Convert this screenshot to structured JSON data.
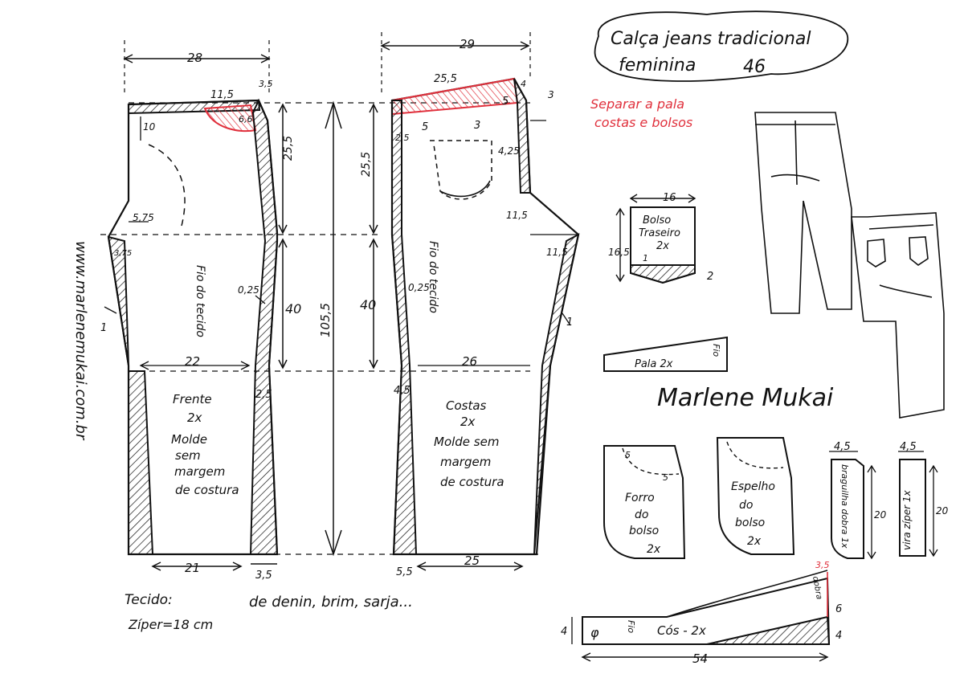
{
  "title": {
    "line1": "Calça jeans tradicional",
    "line2": "feminina",
    "size": "46"
  },
  "note": {
    "line1": "Separar a pala",
    "line2": "costas e bolsos"
  },
  "website": "www.marlenemukai.com.br",
  "signature": "Marlene Mukai",
  "fabric": {
    "label": "Tecido:",
    "value": "de denin, brim, sarja...",
    "zipper": "Zíper=18 cm"
  },
  "front": {
    "name": "Frente",
    "qty": "2x",
    "note1": "Molde",
    "note2": "sem",
    "note3": "margem",
    "note4": "de costura",
    "grain": "Fio do tecido",
    "dims": {
      "top": "28",
      "waist": "11,5",
      "waist_side": "3,5",
      "yoke": "6,6",
      "crotch_down": "10",
      "side_upper": "25,5",
      "hip": "5,75",
      "hip_side": "3,75",
      "curve": "0,25",
      "knee_len": "40",
      "knee": "22",
      "knee_side": "2,5",
      "hem": "21",
      "hem_side": "3,5",
      "mark": "1"
    }
  },
  "back": {
    "name": "Costas",
    "qty": "2x",
    "note1": "Molde sem",
    "note2": "margem",
    "note3": "de costura",
    "grain": "Fio do tecido",
    "dims": {
      "top": "29",
      "yoke": "25,5",
      "yoke_rise": "4",
      "yoke_side": "3",
      "yoke_h": "5",
      "pocket_off": "5",
      "pocket_in": "3",
      "pocket_w": "4,25",
      "waist_side": "2,5",
      "crotch": "11,5",
      "side_upper": "25,5",
      "crotch2": "11,5",
      "curve": "0,25",
      "knee_len": "40",
      "knee": "26",
      "knee_side": "4,5",
      "hem": "25",
      "hem_side": "5,5",
      "total": "105,5",
      "mark": "1"
    }
  },
  "back_pocket": {
    "width": "16",
    "height": "16,5",
    "name1": "Bolso",
    "name2": "Traseiro",
    "qty": "2x",
    "point": "2",
    "inset": "1"
  },
  "yoke_piece": {
    "name": "Pala 2x",
    "grain": "Fio"
  },
  "pocket_lining": {
    "name1": "Forro",
    "name2": "do",
    "name3": "bolso",
    "qty": "2x",
    "dim1": "5",
    "dim2": "5"
  },
  "pocket_facing": {
    "name1": "Espelho",
    "name2": "do",
    "name3": "bolso",
    "qty": "2x"
  },
  "fly": {
    "width": "4,5",
    "name": "braguilha dobra 1x",
    "height": "20"
  },
  "zip_facing": {
    "width": "4,5",
    "name": "vira zíper 1x",
    "height": "20"
  },
  "waistband": {
    "name": "Cós - 2x",
    "grain": "Fio",
    "symbol": "φ",
    "left": "4",
    "right_top": "6",
    "right_bottom": "4",
    "length": "54",
    "fold": "dobra",
    "fold_w": "3,5"
  },
  "colors": {
    "ink": "#111111",
    "accent_red": "#e0303c",
    "hatch_red": "#e0303c"
  }
}
